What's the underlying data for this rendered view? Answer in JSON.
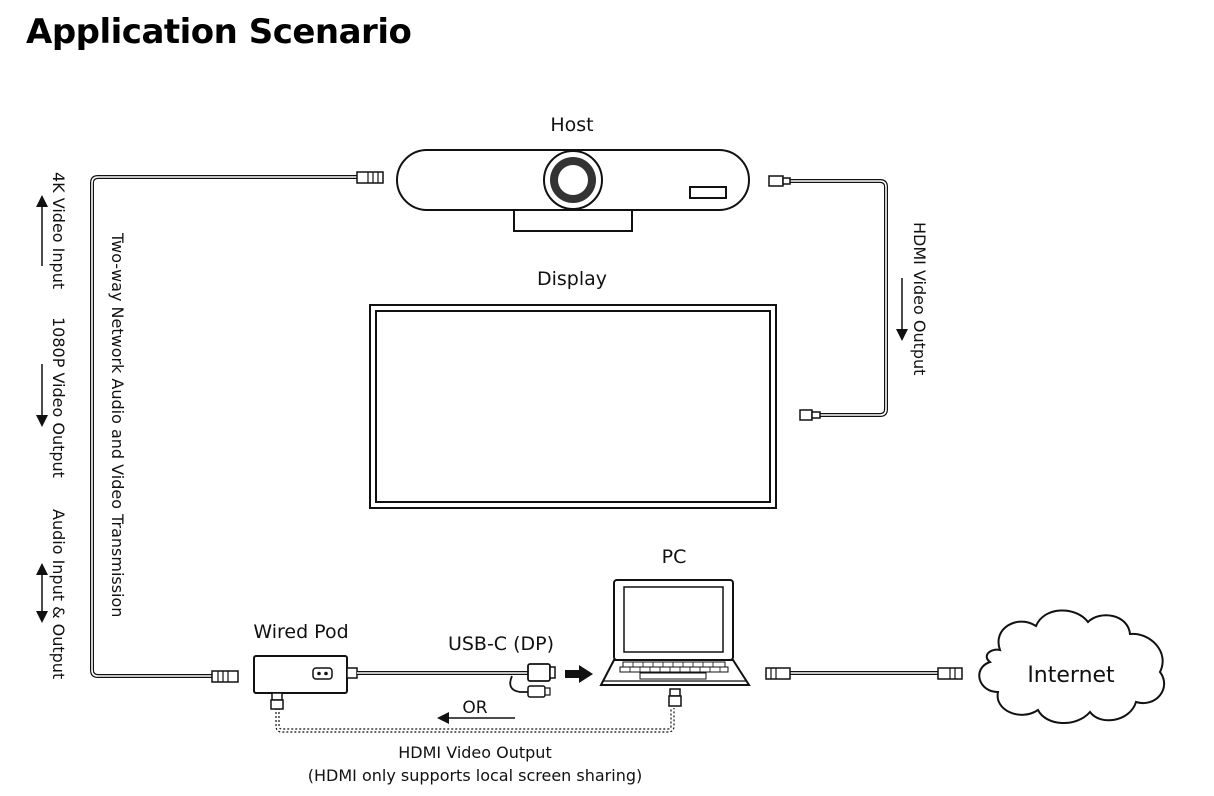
{
  "title": "Application Scenario",
  "devices": {
    "host": "Host",
    "display": "Display",
    "pc": "PC",
    "wired_pod": "Wired Pod",
    "internet": "Internet"
  },
  "connections": {
    "left_cable": "Two-way Network Audio and Video Transmission",
    "right_cable": "HDMI Video Output",
    "usb": "USB-C (DP)",
    "or": "OR",
    "bottom_hdmi": "HDMI Video Output",
    "bottom_note": "(HDMI only supports local screen sharing)"
  },
  "side_labels": {
    "video_in": "4K Video Input",
    "video_out": "1080P Video Output",
    "audio": "Audio Input & Output"
  }
}
